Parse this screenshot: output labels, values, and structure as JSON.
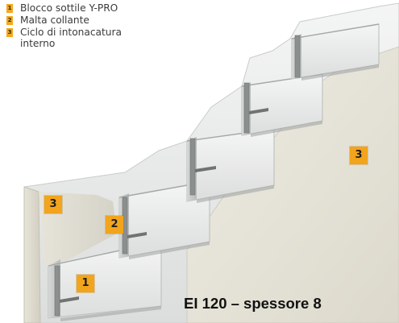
{
  "legend": {
    "items": [
      {
        "number": "1",
        "label": "Blocco sottile Y-PRO"
      },
      {
        "number": "2",
        "label": "Malta collante"
      },
      {
        "number": "3",
        "label": "Ciclo di intonacatura interno"
      }
    ]
  },
  "markers": [
    {
      "number": "3"
    },
    {
      "number": "3"
    },
    {
      "number": "2"
    },
    {
      "number": "1"
    }
  ],
  "caption": "EI 120 – spessore 8",
  "colors": {
    "marker": "#f2a41c",
    "legend_badge": "#f4a81f"
  }
}
